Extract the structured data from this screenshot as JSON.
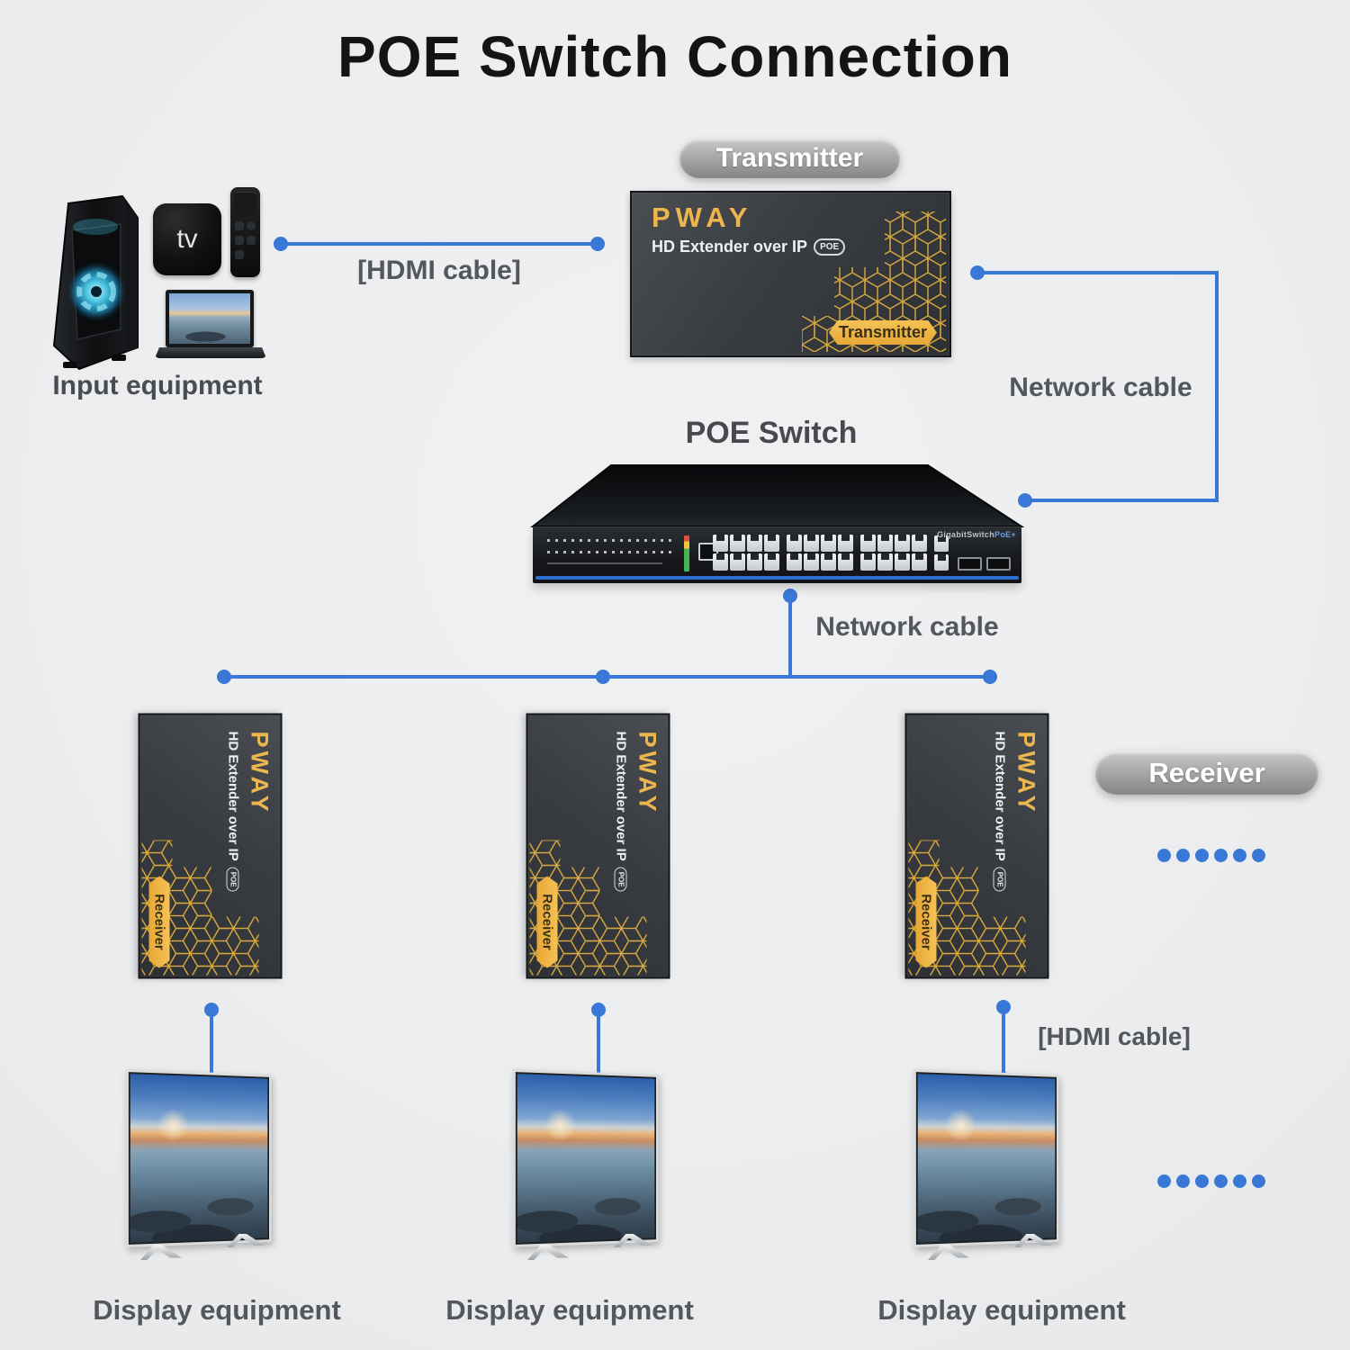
{
  "title": "POE Switch Connection",
  "badges": {
    "transmitter": "Transmitter",
    "receiver": "Receiver"
  },
  "extender": {
    "brand": "PWAY",
    "product": "HD Extender over IP",
    "poe_badge": "POE",
    "transmitter_tag": "Transmitter",
    "receiver_tag": "Receiver"
  },
  "input_group": {
    "label": "Input equipment",
    "appletv_text": "tv"
  },
  "cables": {
    "hdmi_top": "[HDMI cable]",
    "network_right": "Network cable",
    "network_bottom": "Network cable",
    "hdmi_bottom": "[HDMI cable]"
  },
  "poe_switch": {
    "label": "POE Switch",
    "panel_brand": "GigabitSwitch",
    "panel_accent": "PoE+"
  },
  "displays": {
    "labels": [
      "Display equipment",
      "Display equipment",
      "Display equipment"
    ]
  },
  "colors": {
    "accent_blue": "#3A78D8",
    "brand_gold": "#ECB54E",
    "device_dark": "#36393D",
    "label_gray": "#54575B",
    "background": "#ECEDEF"
  }
}
